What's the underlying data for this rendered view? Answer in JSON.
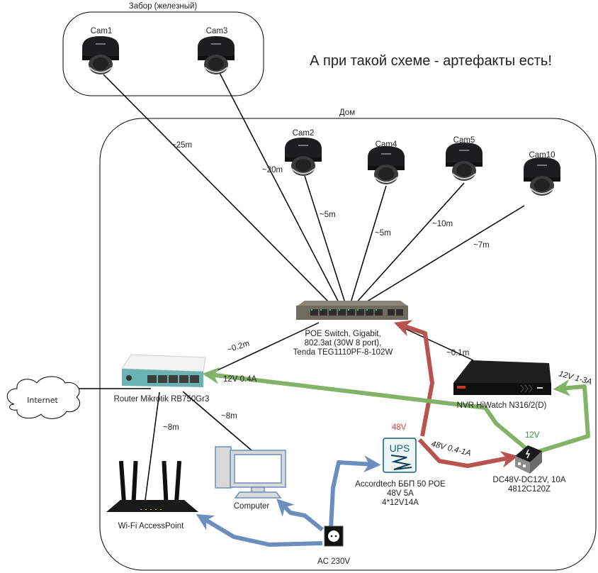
{
  "title": "А при такой схеме - артефакты есть!",
  "zones": {
    "fence": "Забор (железный)",
    "house": "Дом"
  },
  "cameras": [
    {
      "id": "cam1",
      "label": "Cam1"
    },
    {
      "id": "cam3",
      "label": "Cam3"
    },
    {
      "id": "cam2",
      "label": "Cam2"
    },
    {
      "id": "cam4",
      "label": "Cam4"
    },
    {
      "id": "cam5",
      "label": "Cam5"
    },
    {
      "id": "cam10",
      "label": "Cam10"
    }
  ],
  "cable_lengths": {
    "cam1": "~25m",
    "cam3": "~20m",
    "cam2": "~5m",
    "cam4": "~5m",
    "cam5": "~10m",
    "cam10": "~7m",
    "router_switch": "~0.2m",
    "switch_nvr": "~0.1m",
    "router_computer": "~8m",
    "router_ap": "~8m"
  },
  "devices": {
    "switch": [
      "POE Switch, Gigabit,",
      "802.3at (30W 8 port),",
      "Tenda TEG1110PF-8-102W"
    ],
    "router": "Router Mikrotik RB750Gr3",
    "nvr": "NVR HiWatch N316/2(D)",
    "internet": "Internet",
    "computer": "Computer",
    "access_point": "Wi-Fi AccessPoint",
    "ups": [
      "Accordtech ББП 50 POE",
      "48V 5A",
      "4*12V14A"
    ],
    "ups_icon_text": "UPS",
    "converter": [
      "DC48V-DC12V, 10A",
      "4812C120Z"
    ],
    "outlet": "AC 230V"
  },
  "power_labels": {
    "ups_out": "48V",
    "to_converter": "48V 0.4-1A",
    "converter_out": "12V",
    "to_router": "12V 0.4A",
    "to_nvr": "12V 1-3A"
  },
  "colors": {
    "power_48v": "#b85450",
    "power_12v": "#82b366",
    "power_ac": "#6c8ebf",
    "label_48v": "#e53935",
    "label_12v": "#2e9a2e",
    "ups_fill": "#eef5f7",
    "ups_stroke": "#0e5e7a"
  }
}
